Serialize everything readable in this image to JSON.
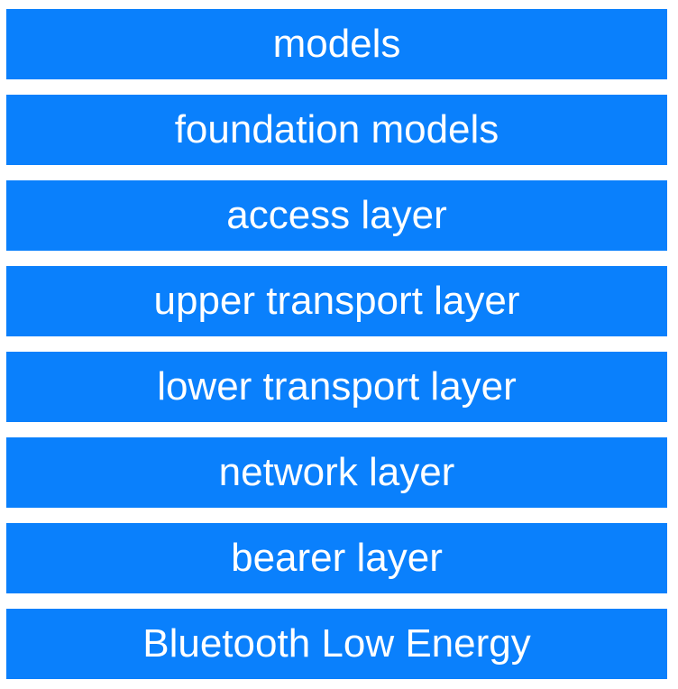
{
  "colors": {
    "layer_fill": "#0a80fc",
    "layer_text": "#ffffff",
    "background": "#ffffff"
  },
  "layers": [
    "models",
    "foundation models",
    "access layer",
    "upper transport layer",
    "lower transport layer",
    "network layer",
    "bearer layer",
    "Bluetooth Low Energy"
  ]
}
